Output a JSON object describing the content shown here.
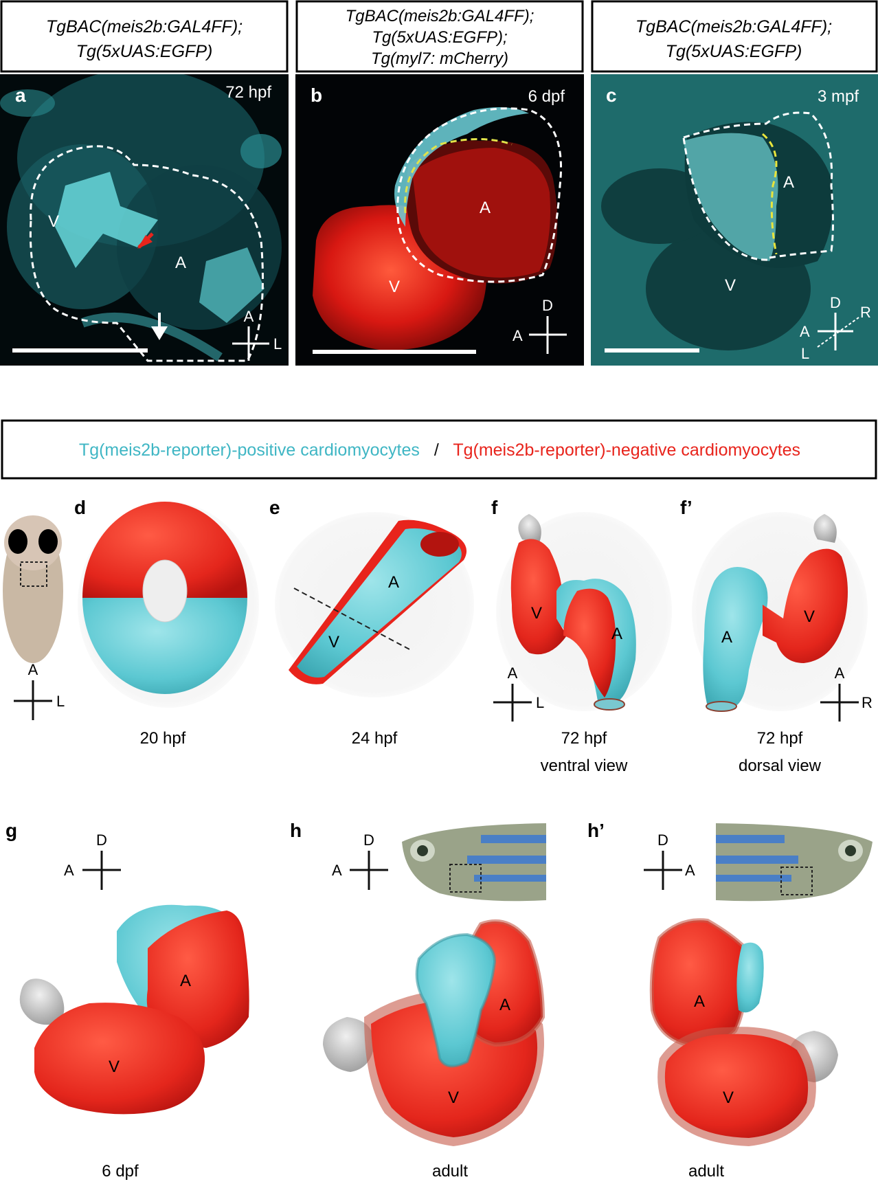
{
  "top_panels": [
    {
      "id": "a",
      "letter": "a",
      "title_lines": [
        "TgBAC(meis2b:GAL4FF);",
        "Tg(5xUAS:EGFP)"
      ],
      "stage": "72 hpf",
      "labels": [
        "V",
        "A"
      ],
      "axis": {
        "up": "A",
        "right": "L"
      }
    },
    {
      "id": "b",
      "letter": "b",
      "title_lines": [
        "TgBAC(meis2b:GAL4FF);",
        "Tg(5xUAS:EGFP);",
        "Tg(myl7: mCherry)"
      ],
      "stage": "6 dpf",
      "labels": [
        "A",
        "V"
      ],
      "axis": {
        "up": "D",
        "left": "A"
      }
    },
    {
      "id": "c",
      "letter": "c",
      "title_lines": [
        "TgBAC(meis2b:GAL4FF);",
        "Tg(5xUAS:EGFP)"
      ],
      "stage": "3 mpf",
      "labels": [
        "A",
        "V"
      ],
      "axis": {
        "up": "D",
        "left": "A",
        "diag_top": "R",
        "diag_bottom": "L"
      }
    }
  ],
  "legend": {
    "positive": "Tg(meis2b-reporter)-positive cardiomyocytes",
    "separator": "/",
    "negative": "Tg(meis2b-reporter)-negative cardiomyocytes"
  },
  "schematics_row1": [
    {
      "id": "d",
      "letter": "d",
      "caption": [
        "20 hpf"
      ],
      "axis": {
        "up": "A",
        "right": "L"
      }
    },
    {
      "id": "e",
      "letter": "e",
      "caption": [
        "24 hpf"
      ],
      "labels": [
        "A",
        "V"
      ]
    },
    {
      "id": "f",
      "letter": "f",
      "caption": [
        "72 hpf",
        "ventral view"
      ],
      "labels": [
        "V",
        "A"
      ],
      "axis": {
        "up": "A",
        "right": "L"
      }
    },
    {
      "id": "f2",
      "letter": "f’",
      "caption": [
        "72 hpf",
        "dorsal view"
      ],
      "labels": [
        "A",
        "V"
      ],
      "axis": {
        "up": "A",
        "right": "R"
      }
    }
  ],
  "schematics_row2": [
    {
      "id": "g",
      "letter": "g",
      "caption": [
        "6 dpf"
      ],
      "labels": [
        "A",
        "V"
      ],
      "axis": {
        "up": "D",
        "left": "A"
      }
    },
    {
      "id": "h",
      "letter": "h",
      "caption": [
        "adult"
      ],
      "labels": [
        "A",
        "V"
      ],
      "axis": {
        "up": "D",
        "left": "A"
      }
    },
    {
      "id": "h2",
      "letter": "h’",
      "caption": [
        "adult"
      ],
      "labels": [
        "A",
        "V"
      ],
      "axis": {
        "up": "D",
        "right": "A"
      }
    }
  ],
  "colors": {
    "cyan": "#5cc8d2",
    "red": "#e8241c",
    "dark_teal": "#1e6b6b",
    "micrograph_bg": "#020a0c"
  }
}
